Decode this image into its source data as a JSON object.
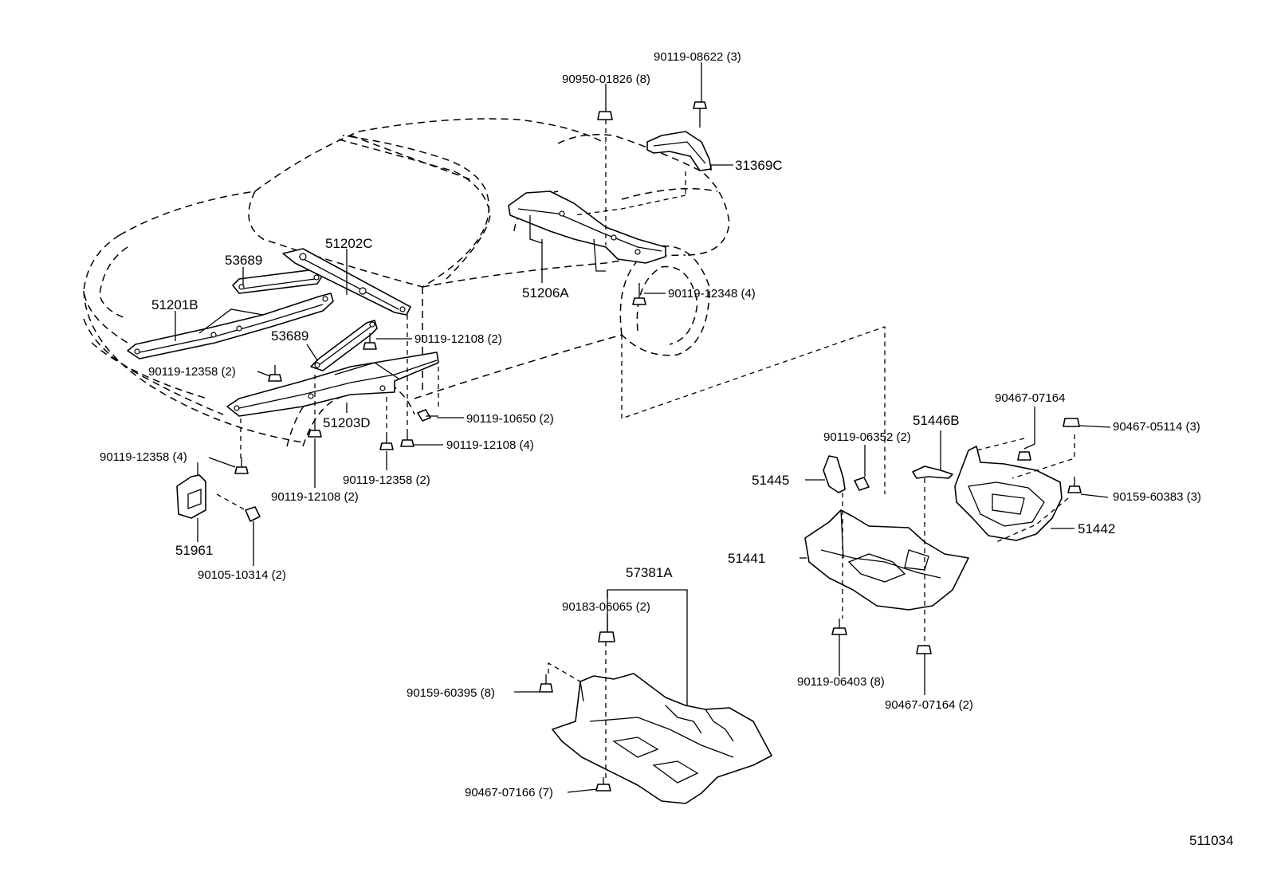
{
  "diagram_id": "511034",
  "labels": {
    "p90119_08622": "90119-08622 (3)",
    "p90950_01826": "90950-01826 (8)",
    "p31369C": "31369C",
    "p51202C": "51202C",
    "p53689_a": "53689",
    "p51206A": "51206A",
    "p51201B": "51201B",
    "p90119_12348": "90119-12348 (4)",
    "p53689_b": "53689",
    "p90119_12108_2a": "90119-12108 (2)",
    "p90119_12358_2a": "90119-12358 (2)",
    "p90119_10650": "90119-10650 (2)",
    "p51203D": "51203D",
    "p90119_12108_4": "90119-12108 (4)",
    "p90119_12358_4": "90119-12358 (4)",
    "p90119_12358_2b": "90119-12358 (2)",
    "p90119_12108_2b": "90119-12108 (2)",
    "p51961": "51961",
    "p90105_10314": "90105-10314 (2)",
    "p90467_07164": "90467-07164",
    "p90467_05114": "90467-05114 (3)",
    "p51446B": "51446B",
    "p90119_06352": "90119-06352 (2)",
    "p51445": "51445",
    "p90159_60383": "90159-60383 (3)",
    "p51442": "51442",
    "p51441": "51441",
    "p57381A": "57381A",
    "p90183_06065": "90183-06065 (2)",
    "p90119_06403": "90119-06403 (8)",
    "p90467_07164_2": "90467-07164 (2)",
    "p90159_60395": "90159-60395 (8)",
    "p90467_07166": "90467-07166 (7)"
  }
}
